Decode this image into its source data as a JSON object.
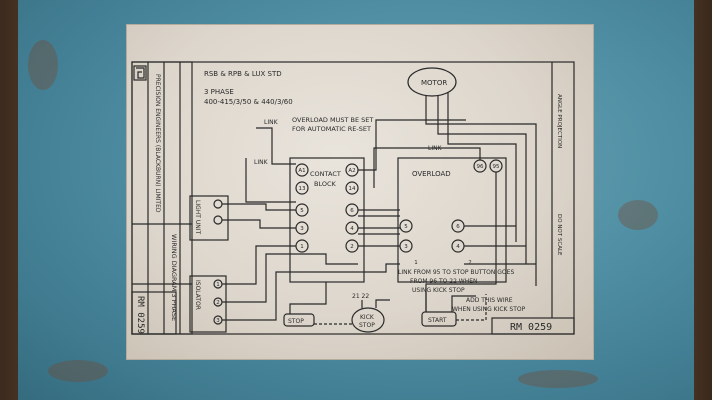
{
  "title_block": {
    "std_line": "RSB & RPB & LUX STD",
    "phase": "3 PHASE",
    "voltages": "400-415/3/50 & 440/3/60",
    "company": "PRECISION ENGINEERS (BLACKBURN) LIMITED",
    "drawing_title": "WIRING DIAGRAM 3 PHASE",
    "drawing_number": "RM 0259"
  },
  "notes": {
    "overload_note_line1": "OVERLOAD MUST BE SET",
    "overload_note_line2": "FOR AUTOMATIC RE-SET",
    "link_note_line1": "LINK FROM 95 TO STOP BUTTON GOES",
    "link_note_line2": "FROM 96 TO 22 WHEN",
    "link_note_line3": "USING KICK STOP",
    "add_wire_line1": "ADD THIS WIRE",
    "add_wire_line2": "WHEN USING KICK STOP",
    "projection": "ANGLE PROJECTION",
    "do_not_scale": "DO NOT SCALE"
  },
  "labels": {
    "link1": "LINK",
    "link2": "LINK",
    "link3": "LINK",
    "motor": "MOTOR",
    "contact_block_line1": "CONTACT",
    "contact_block_line2": "BLOCK",
    "overload": "OVERLOAD",
    "light_unit": "LIGHT UNIT",
    "isolator": "ISOLATOR",
    "stop": "STOP",
    "kick_stop_line1": "KICK",
    "kick_stop_line2": "STOP",
    "start": "START",
    "kick_terminals": "21  22"
  },
  "terminals": {
    "contact_left": [
      "A1",
      "13",
      "5",
      "3",
      "1"
    ],
    "contact_right": [
      "A2",
      "14",
      "6",
      "4",
      "2"
    ],
    "overload_top": [
      "96",
      "95"
    ],
    "overload_left": [
      "5",
      "3",
      "1"
    ],
    "overload_right": [
      "6",
      "4",
      "2"
    ],
    "isolator": [
      "1",
      "2",
      "3"
    ]
  },
  "colors": {
    "board": "#4f8ea3",
    "plate": "#e3ddd4",
    "ink": "#2a2a2a"
  }
}
